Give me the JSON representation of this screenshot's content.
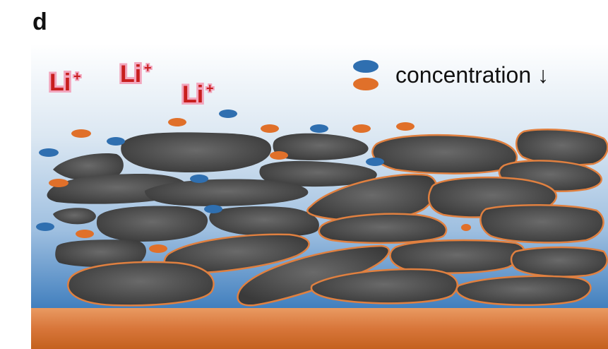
{
  "panel_label": "d",
  "ions": [
    {
      "symbol": "Li",
      "charge": "+"
    },
    {
      "symbol": "Li",
      "charge": "+"
    },
    {
      "symbol": "Li",
      "charge": "+"
    }
  ],
  "legend": {
    "label": "concentration ↓"
  },
  "colors": {
    "ion_text": "#c81e1e",
    "ion_halo": "#f2a6bd",
    "blue_species": "#2f6fb0",
    "orange_species": "#e0702a",
    "particle_fill": "#4a4a4a",
    "particle_coating": "#e08040",
    "electrolyte_top": "#ffffff",
    "electrolyte_bottom": "#3f7fbf",
    "current_collector": "#d8763a"
  }
}
